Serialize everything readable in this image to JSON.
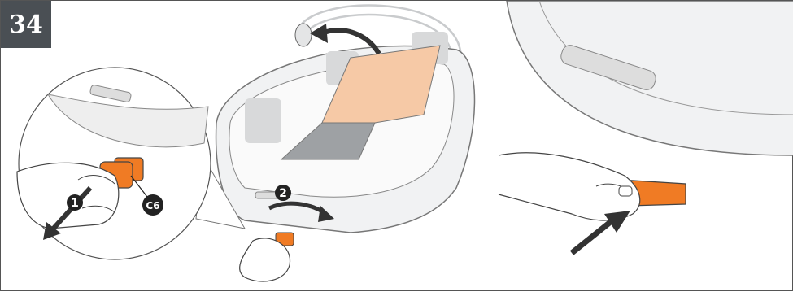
{
  "step": {
    "number": "34"
  },
  "callouts": {
    "part_label": "C6",
    "marker_1": "1",
    "marker_2": "2"
  },
  "colors": {
    "orange": "#f07b24",
    "pad": "#f6c9a6",
    "grey_pad": "#9ea1a4",
    "badge": "#4a4f54",
    "outline": "#555555"
  }
}
